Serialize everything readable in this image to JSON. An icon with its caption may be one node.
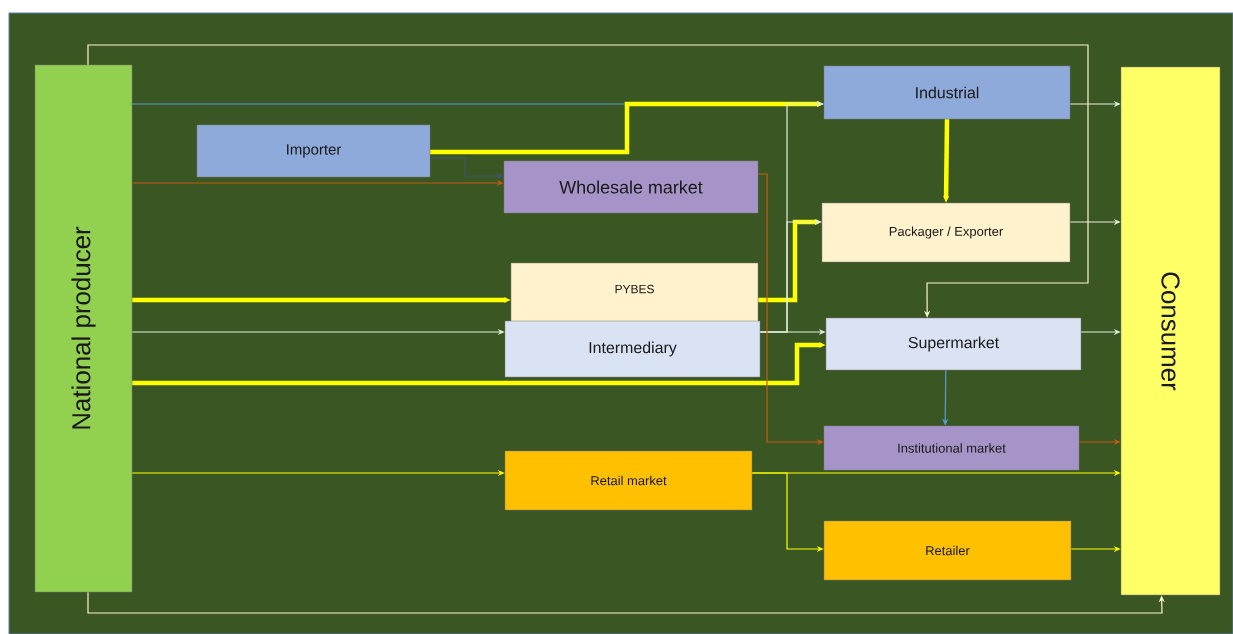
{
  "diagram": {
    "nodes": [
      {
        "text": [
          "National producer"
        ]
      },
      {
        "text": [
          "Importer"
        ]
      },
      {
        "text": [
          "Wholesale market"
        ]
      },
      {
        "text": [
          "PYBES"
        ]
      },
      {
        "text": [
          "Intermediary"
        ]
      },
      {
        "text": [
          "Retail market"
        ]
      },
      {
        "text": [
          "Industrial"
        ]
      },
      {
        "text": [
          "Packager / Exporter"
        ]
      },
      {
        "text": [
          "Supermarket"
        ]
      },
      {
        "text": [
          "Institutional market"
        ]
      },
      {
        "text": [
          "Retailer"
        ]
      },
      {
        "text": [
          "Consumer"
        ]
      }
    ],
    "edges": [
      {
        "from": 0,
        "to": 6,
        "arrow": "to",
        "color": "#5b9bd5"
      },
      {
        "from": 1,
        "to": 6,
        "arrow": "to",
        "style": "thick"
      },
      {
        "from": 1,
        "to": 2,
        "arrow": "to",
        "color": "#44546a"
      },
      {
        "from": 0,
        "to": 2,
        "arrow": "to",
        "color": "#c55a11"
      },
      {
        "from": 0,
        "to": 3,
        "arrow": "to",
        "style": "thick"
      },
      {
        "from": 0,
        "to": 4,
        "arrow": "to",
        "color": "#e2efd9"
      },
      {
        "from": 0,
        "to": 8,
        "arrow": "to",
        "style": "thick"
      },
      {
        "from": 0,
        "to": 5,
        "arrow": "to"
      },
      {
        "from": 3,
        "to": 7,
        "arrow": "to",
        "style": "thick"
      },
      {
        "from": 4,
        "to": 8,
        "arrow": "to",
        "color": "#e2efd9"
      },
      {
        "from": 4,
        "to": 6,
        "arrow": "to",
        "color": "#e2efd9"
      },
      {
        "from": 4,
        "to": 7,
        "arrow": "to",
        "color": "#e2efd9"
      },
      {
        "from": 2,
        "to": 9,
        "arrow": "to",
        "color": "#c55a11"
      },
      {
        "from": 6,
        "to": 7,
        "arrow": "to",
        "style": "thick"
      },
      {
        "from": 8,
        "to": 9,
        "arrow": "to",
        "color": "#5b9bd5"
      },
      {
        "from": 6,
        "to": 11,
        "arrow": "to",
        "color": "#e2efd9"
      },
      {
        "from": 7,
        "to": 11,
        "arrow": "to",
        "color": "#e2efd9"
      },
      {
        "from": 8,
        "to": 11,
        "arrow": "to",
        "color": "#e2efd9"
      },
      {
        "from": 9,
        "to": 11,
        "arrow": "to",
        "color": "#c55a11"
      },
      {
        "from": 5,
        "to": 11,
        "arrow": "to"
      },
      {
        "from": 5,
        "to": 10,
        "arrow": "to"
      },
      {
        "from": 10,
        "to": 11,
        "arrow": "to"
      },
      {
        "from": 0,
        "to": 11,
        "arrow": "to",
        "color": "#fff2cc"
      },
      {
        "from": 0,
        "to": 8,
        "arrow": "to",
        "color": "#fff2cc"
      }
    ]
  }
}
